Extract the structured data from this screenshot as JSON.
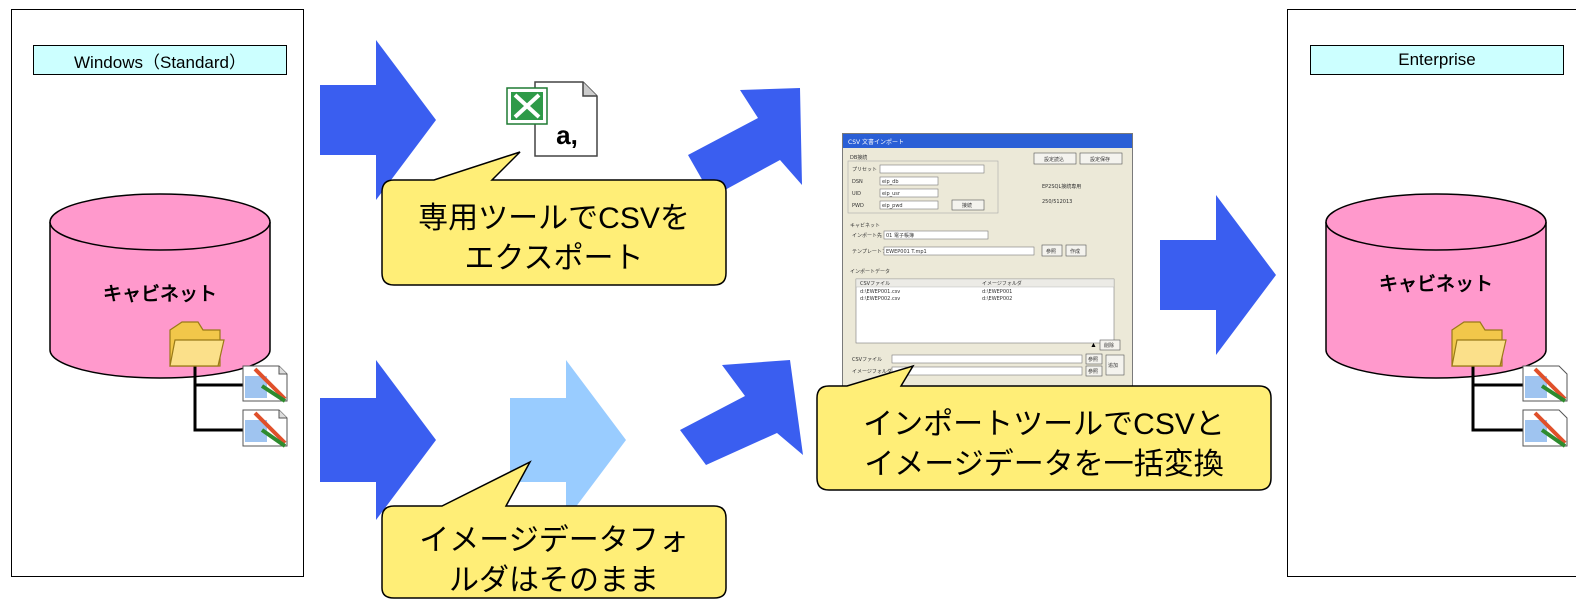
{
  "left_panel": {
    "title": "Windows（Standard）",
    "cylinder_label": "キャビネット"
  },
  "right_panel": {
    "title": "Enterprise",
    "cylinder_label": "キャビネット"
  },
  "callouts": {
    "export": [
      "専用ツールでCSVを",
      "エクスポート"
    ],
    "folder": [
      "イメージデータフォ",
      "ルダはそのまま"
    ],
    "import": [
      "インポートツールでCSVと",
      "イメージデータを一括変換"
    ]
  },
  "csv_icon": {
    "letter": "a,"
  },
  "dialog": {
    "title": "CSV 文書インポート",
    "db_section": "DB接続",
    "preset_label": "プリセット",
    "dsn_label": "DSN",
    "dsn_value": "eip_db",
    "uid_label": "UID",
    "uid_value": "eip_usr",
    "pwd_label": "PWD",
    "pwd_value": "eip_pwd",
    "connect_button": "接続",
    "load_button": "設定読込",
    "save_button": "設定保存",
    "info_line1": "EP2SQL接続専用",
    "info_line2": "250/512013",
    "cabinet_section": "キャビネット",
    "import_to_label": "インポート先",
    "import_to_value": "01 電子帳簿",
    "template_label": "テンプレートファイル",
    "template_value": "EWEP001 T.mp1",
    "browse_button": "参照",
    "create_button": "作成",
    "import_data_section": "インポートデータ",
    "col_csv": "CSVファイル",
    "col_image": "イメージフォルダ",
    "rows": [
      {
        "csv": "d:\\EWEP001.csv",
        "image": "d:\\EWEP001"
      },
      {
        "csv": "d:\\EWEP002.csv",
        "image": "d:\\EWEP002"
      }
    ],
    "delete_button": "削除",
    "csv_file_label": "CSVファイル",
    "image_folder_label": "イメージフォルダ",
    "add_button": "追加"
  },
  "colors": {
    "arrow_dark": "#3a5ef0",
    "arrow_light": "#99ccff",
    "callout_fill": "#ffee77",
    "label_box_fill": "#ccffff",
    "cylinder_fill": "#ff99cc"
  }
}
